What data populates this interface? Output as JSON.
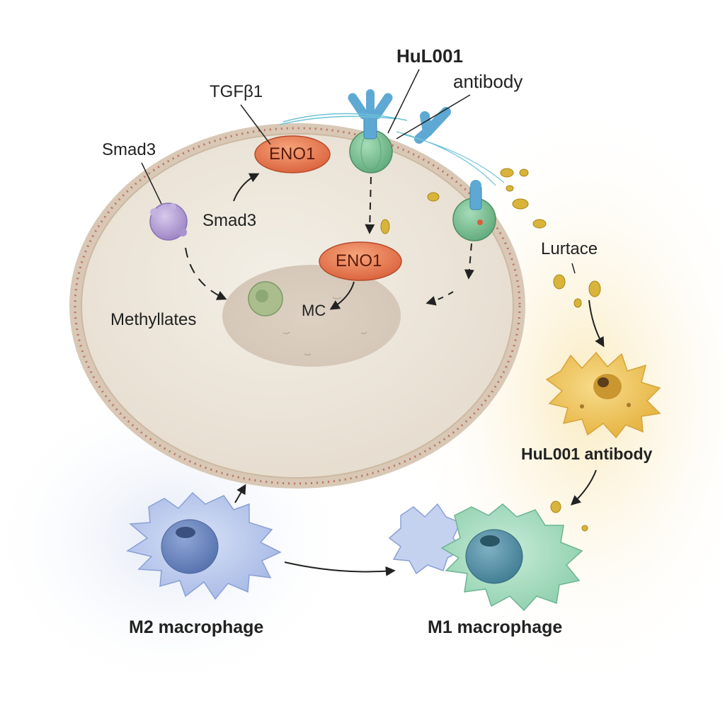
{
  "labels": {
    "hul001_top": "HuL001",
    "antibody_top": "antibody",
    "tgfb1": "TGFβ1",
    "smad3_outer": "Smad3",
    "smad3_inner": "Smad3",
    "eno1_membrane": "ENO1",
    "eno1_nucleus": "ENO1",
    "mc": "MC",
    "methylates": "Methyllates",
    "lurtace": "Lurtace",
    "hul001_antibody": "HuL001 antibody",
    "m2_macrophage": "M2 macrophage",
    "m1_macrophage": "M1 macrophage"
  },
  "colors": {
    "cell_fill": "#eee8dd",
    "cell_rim": "#c9b9a6",
    "nucleus": "#d9cdbf",
    "eno1": "#e8794e",
    "receptor": "#7fc39a",
    "antibody": "#5ea9d4",
    "smad3": "#b7a2d6",
    "particles": "#d8b43a",
    "yellow_cell": "#f0c558",
    "m2_cell": "#b9c8ec",
    "m1_cell": "#a9dcc0"
  },
  "icons": [
    "antibody-icon",
    "receptor-icon",
    "smad3-protein-icon",
    "macrophage-icon"
  ]
}
